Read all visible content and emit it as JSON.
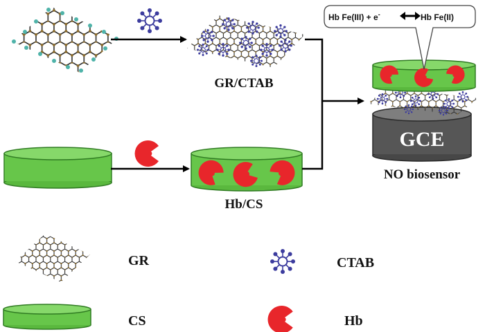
{
  "labels": {
    "gr_ctab": "GR/CTAB",
    "hb_cs": "Hb/CS",
    "gce": "GCE",
    "biosensor": "NO biosensor"
  },
  "reaction": {
    "left": "Hb Fe(III) + e",
    "superscript": "-",
    "right": "Hb Fe(II)"
  },
  "legend": [
    {
      "label": "GR",
      "icon": "graphene-sheet-icon"
    },
    {
      "label": "CTAB",
      "icon": "ctab-micelle-icon"
    },
    {
      "label": "CS",
      "icon": "chitosan-disc-icon"
    },
    {
      "label": "Hb",
      "icon": "hemoglobin-icon"
    }
  ],
  "colors": {
    "cs_green": "#67c64a",
    "cs_green_top": "#86d86a",
    "cs_edge": "#2f7a22",
    "hb_red": "#e8262b",
    "ctab_blue": "#3c3c9e",
    "graphene_carbon": "#2b2b2b",
    "graphene_hydrogen": "#4fb3a9",
    "gce_body": "#565656",
    "gce_top": "#7e7e7e",
    "arrow": "#000000"
  }
}
